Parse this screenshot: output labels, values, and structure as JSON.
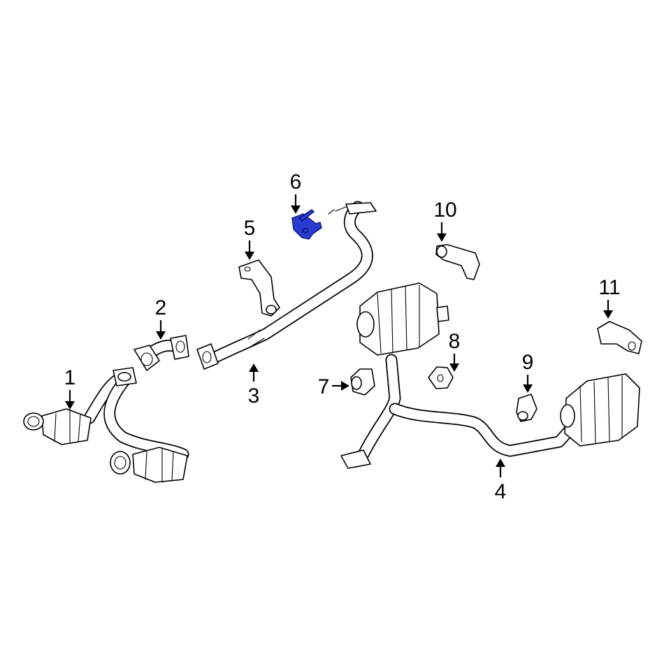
{
  "callouts": [
    {
      "id": "1",
      "label": "1"
    },
    {
      "id": "2",
      "label": "2"
    },
    {
      "id": "3",
      "label": "3"
    },
    {
      "id": "4",
      "label": "4"
    },
    {
      "id": "5",
      "label": "5"
    },
    {
      "id": "6",
      "label": "6"
    },
    {
      "id": "7",
      "label": "7"
    },
    {
      "id": "8",
      "label": "8"
    },
    {
      "id": "9",
      "label": "9"
    },
    {
      "id": "10",
      "label": "10"
    },
    {
      "id": "11",
      "label": "11"
    }
  ],
  "highlight_color": "#2a3bd1",
  "highlighted_part": "6"
}
